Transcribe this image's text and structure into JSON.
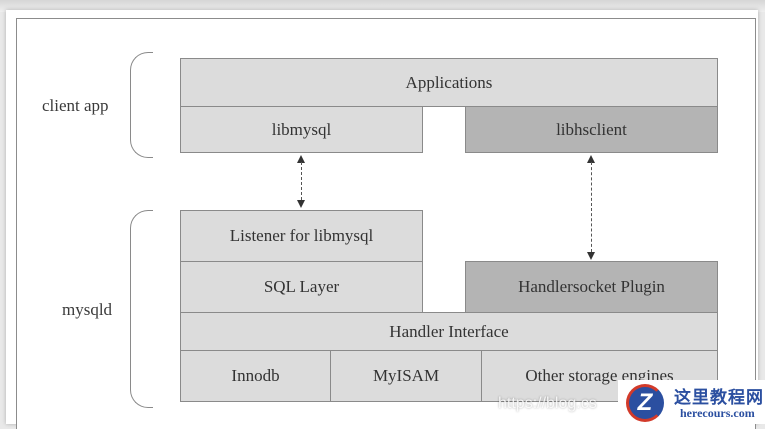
{
  "diagram": {
    "groups": [
      {
        "label": "client app"
      },
      {
        "label": "mysqld"
      }
    ],
    "client_layer": {
      "applications": "Applications",
      "libmysql": "libmysql",
      "libhsclient": "libhsclient"
    },
    "server_layer": {
      "listener": "Listener for libmysql",
      "sql_layer": "SQL Layer",
      "handlersocket_plugin": "Handlersocket Plugin",
      "handler_interface": "Handler Interface",
      "engines": [
        "Innodb",
        "MyISAM",
        "Other storage engines"
      ]
    },
    "connections": [
      {
        "from": "libmysql",
        "to": "Listener for libmysql",
        "style": "dashed",
        "direction": "bidirectional"
      },
      {
        "from": "libhsclient",
        "to": "Handlersocket Plugin",
        "style": "dashed",
        "direction": "bidirectional"
      }
    ],
    "colors": {
      "box_light": "#dcdcdc",
      "box_dark": "#b4b4b4",
      "border": "#8a8a8a"
    }
  },
  "watermark": {
    "url_text": "https://blog.cs",
    "brand_cn": "这里教程网",
    "brand_en": "herecours.com",
    "logo_letter": "Z"
  }
}
